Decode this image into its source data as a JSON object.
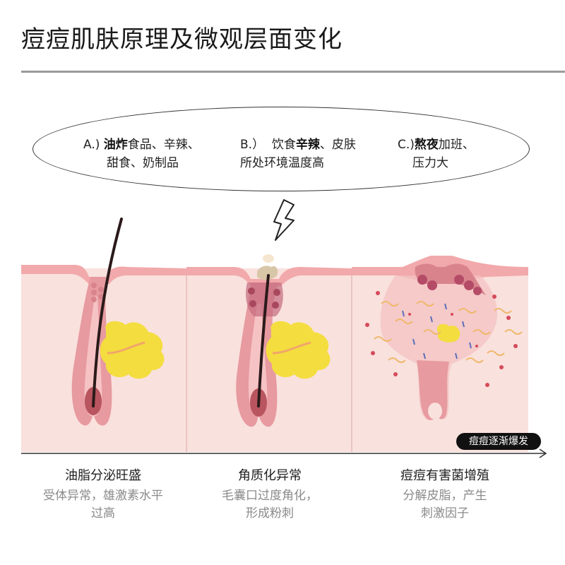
{
  "title": "痘痘肌肤原理及微观层面变化",
  "causes": [
    {
      "prefix": "A.) ",
      "highlight": "油炸",
      "line1_rest": "食品、辛辣、",
      "line2": "甜食、奶制品"
    },
    {
      "prefix": "B.）  饮食",
      "highlight": "辛辣",
      "line1_rest": "、皮肤",
      "line2": "所处环境温度高"
    },
    {
      "prefix": "C.)",
      "highlight": "熬夜",
      "line1_rest": "加班、",
      "line2": "压力大"
    }
  ],
  "badge": "痘痘逐渐爆发",
  "stages": [
    {
      "title": "油脂分泌旺盛",
      "desc1": "受体异常，雄激素水平",
      "desc2": "过高"
    },
    {
      "title": "角质化异常",
      "desc1": "毛囊口过度角化，",
      "desc2": "形成粉刺"
    },
    {
      "title": "痘痘有害菌增殖",
      "desc1": "分解皮脂，产生",
      "desc2": "刺激因子"
    }
  ],
  "colors": {
    "skin_surface": "#f2a9ab",
    "skin_inner": "#f9e1dd",
    "follicle": "#e79aa0",
    "follicle_dark": "#b8555e",
    "sebaceous_gland": "#f4dd3f",
    "hair": "#2b1a1a",
    "bacteria_dark": "#b44b67",
    "badge_bg": "#111111"
  }
}
